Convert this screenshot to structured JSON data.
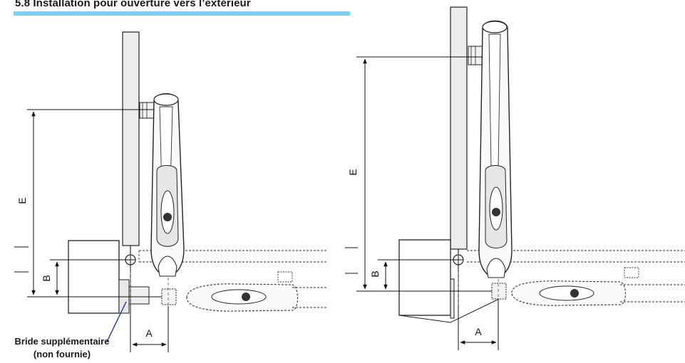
{
  "section_heading": "5.8 Installation pour ouverture vers l’extérieur",
  "accent_color": "#7fd0ee",
  "callout": {
    "line1": "Bride supplémentaire",
    "line2": "(non fournie)"
  },
  "left_figure": {
    "dim_e": "E",
    "dim_b": "B",
    "dim_a": "A"
  },
  "right_figure": {
    "dim_e": "E",
    "dim_b": "B",
    "dim_a": "A"
  }
}
